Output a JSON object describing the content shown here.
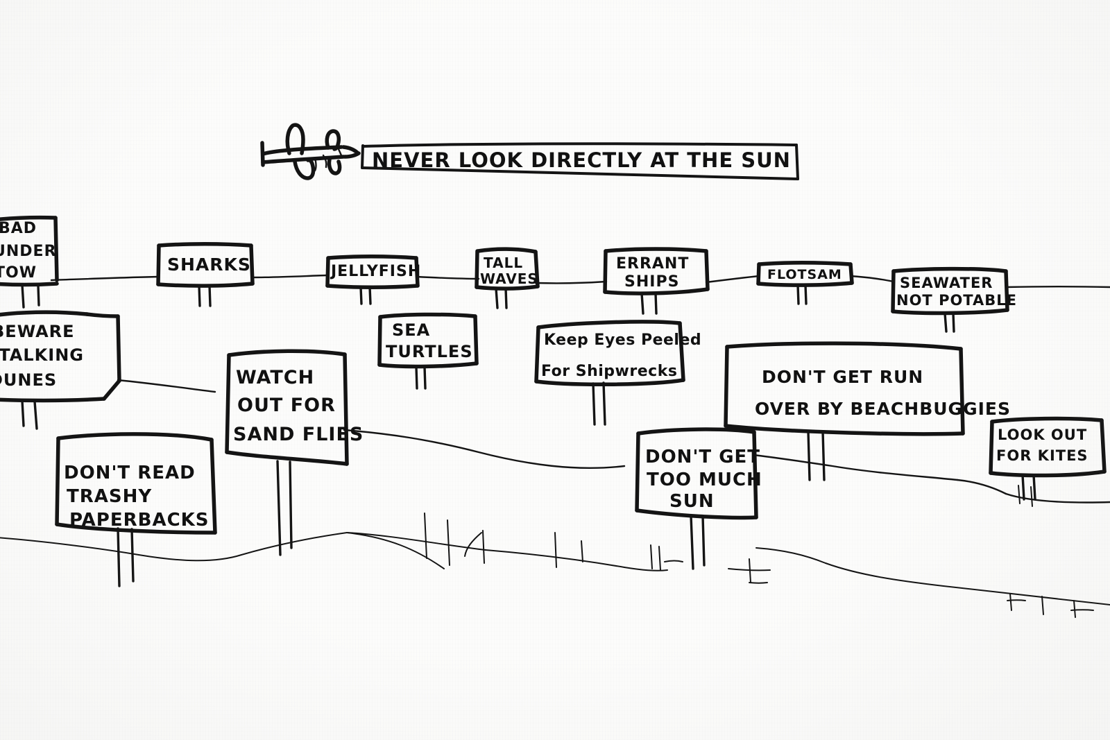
{
  "scene": {
    "title": "beach warning signs cartoon",
    "medium": "black ink on white paper",
    "background_color": "#fcfcfb",
    "ink_color": "#141414"
  },
  "banner": {
    "text": "NEVER LOOK DIRECTLY AT THE SUN",
    "towed_by": "airplane",
    "plane_icon": "airplane-icon"
  },
  "signs": [
    {
      "id": "bad-undertow",
      "lines": [
        "BAD",
        "UNDER",
        "TOW"
      ],
      "clipped": true,
      "case": "upper"
    },
    {
      "id": "sharks",
      "lines": [
        "SHARKS"
      ],
      "clipped": false,
      "case": "upper"
    },
    {
      "id": "jellyfish",
      "lines": [
        "JELLYFISH"
      ],
      "clipped": false,
      "case": "upper"
    },
    {
      "id": "tall-waves",
      "lines": [
        "TALL",
        "WAVES"
      ],
      "clipped": false,
      "case": "upper"
    },
    {
      "id": "errant-ships",
      "lines": [
        "ERRANT",
        "SHIPS"
      ],
      "clipped": false,
      "case": "upper"
    },
    {
      "id": "flotsam",
      "lines": [
        "FLOTSAM"
      ],
      "clipped": false,
      "case": "upper"
    },
    {
      "id": "seawater-not-potable",
      "lines": [
        "SEAWATER",
        "NOT POTABLE"
      ],
      "clipped": false,
      "case": "upper"
    },
    {
      "id": "beware-stalking-dunes",
      "lines": [
        "BEWARE",
        "STALKING",
        "DUNES"
      ],
      "clipped": true,
      "case": "upper"
    },
    {
      "id": "sea-turtles",
      "lines": [
        "SEA",
        "TURTLES"
      ],
      "clipped": false,
      "case": "upper"
    },
    {
      "id": "keep-eyes-peeled",
      "lines": [
        "Keep Eyes Peeled",
        "For Shipwrecks"
      ],
      "clipped": false,
      "case": "mixed"
    },
    {
      "id": "watch-out-sand-flies",
      "lines": [
        "WATCH",
        "OUT FOR",
        "SAND FLIES"
      ],
      "clipped": false,
      "case": "upper"
    },
    {
      "id": "beach-buggies",
      "lines": [
        "DON'T GET RUN",
        "OVER BY BEACHBUGGIES"
      ],
      "clipped": false,
      "case": "upper"
    },
    {
      "id": "look-out-for-kites",
      "lines": [
        "LOOK OUT",
        "FOR KITES"
      ],
      "clipped": false,
      "case": "upper"
    },
    {
      "id": "dont-read-paperbacks",
      "lines": [
        "DON'T READ",
        "TRASHY",
        "PAPERBACKS"
      ],
      "clipped": false,
      "case": "upper"
    },
    {
      "id": "too-much-sun",
      "lines": [
        "DON'T GET",
        "TOO MUCH",
        "SUN"
      ],
      "clipped": false,
      "case": "upper"
    }
  ]
}
